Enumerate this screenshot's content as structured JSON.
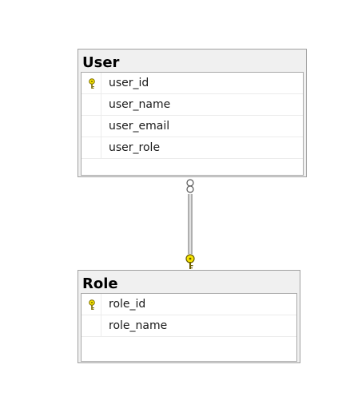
{
  "tables": {
    "user": {
      "title": "User",
      "columns": [
        {
          "name": "user_id",
          "primary_key": true
        },
        {
          "name": "user_name",
          "primary_key": false
        },
        {
          "name": "user_email",
          "primary_key": false
        },
        {
          "name": "user_role",
          "primary_key": false
        }
      ]
    },
    "role": {
      "title": "Role",
      "columns": [
        {
          "name": "role_id",
          "primary_key": true
        },
        {
          "name": "role_name",
          "primary_key": false
        }
      ]
    }
  },
  "relationship": {
    "from_end": "many",
    "to_end": "one",
    "key_color": "#f5e400"
  },
  "icons": {
    "primary_key": "key-icon",
    "many_end": "infinity-icon"
  }
}
